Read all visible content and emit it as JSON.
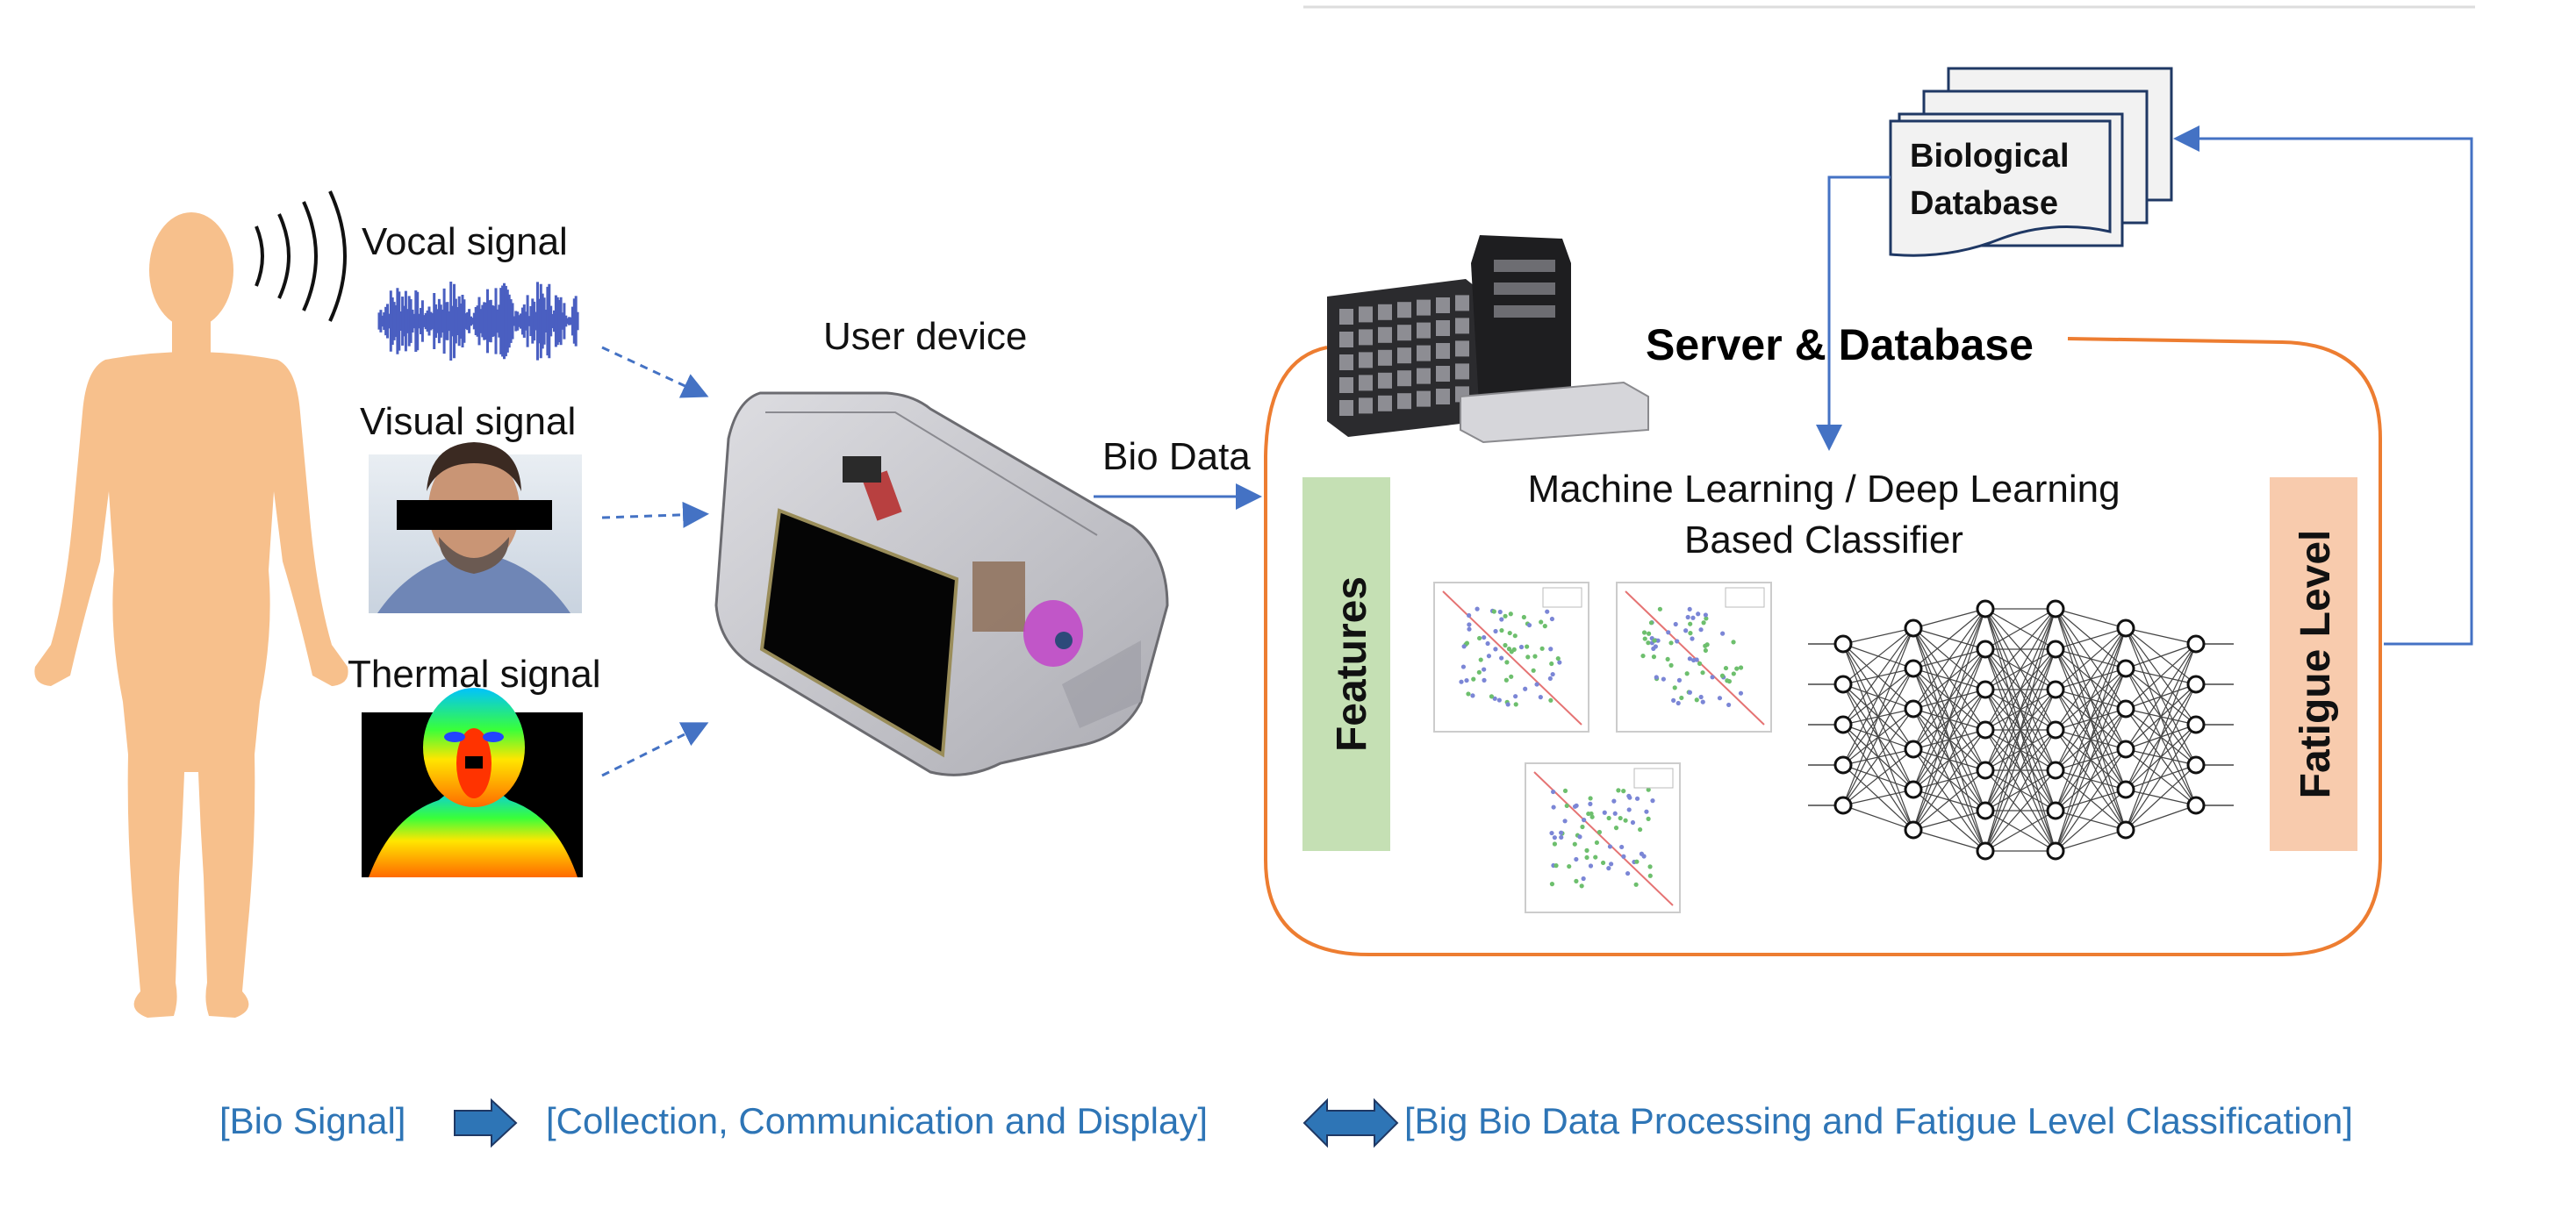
{
  "labels": {
    "vocal_signal": "Vocal signal",
    "visual_signal": "Visual signal",
    "thermal_signal": "Thermal signal",
    "user_device": "User device",
    "bio_data": "Bio Data",
    "server_database": "Server & Database",
    "biological_database_line1": "Biological",
    "biological_database_line2": "Database",
    "classifier_line1": "Machine Learning / Deep Learning",
    "classifier_line2": "Based Classifier",
    "features": "Features",
    "fatigue_level": "Fatigue Level"
  },
  "stages": {
    "bio_signal": "[Bio Signal]",
    "collection": "[Collection, Communication and Display]",
    "processing": "[Big Bio Data Processing and Fatigue Level Classification]"
  },
  "colors": {
    "body": "#f7c08c",
    "arrow_blue": "#4472c4",
    "stage_text": "#2e75b6",
    "server_box": "#ed7d31",
    "features_box": "#c5e0b4",
    "fatigue_box": "#f8cbad",
    "database_fill": "#f2f2f2"
  },
  "icons": {
    "person": "human-silhouette-icon",
    "sound": "sound-waves-icon",
    "servers": "server-rack-icon",
    "network": "neural-network-icon"
  }
}
